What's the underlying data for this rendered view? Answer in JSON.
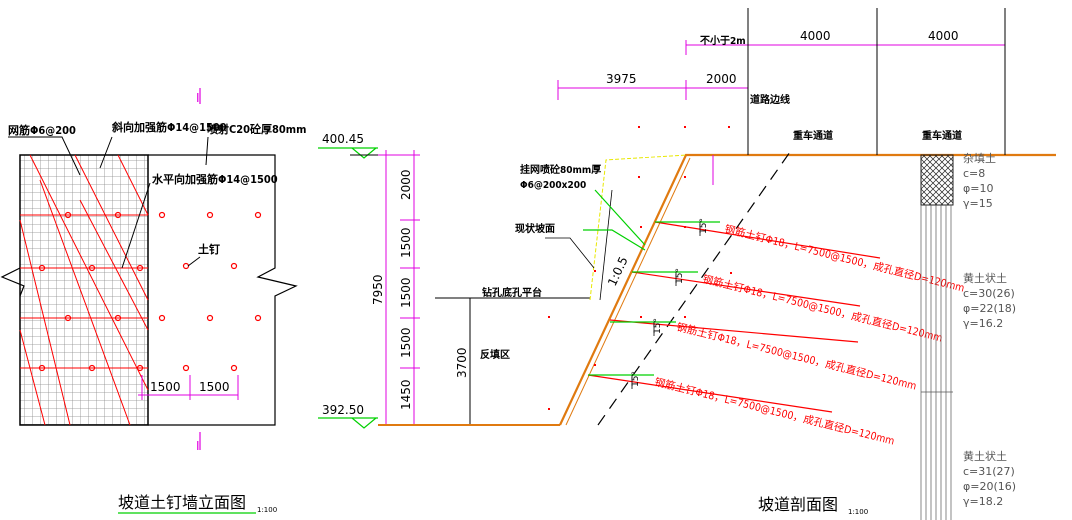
{
  "left": {
    "section_top": "I",
    "section_bottom": "I",
    "mesh_label": "网筋Φ6@200",
    "diag_rebar_label": "斜向加强筋Φ14@1500",
    "shotcrete_label": "喷射C20砼厚80mm",
    "horiz_rebar_label": "水平向加强筋Φ14@1500",
    "nail_label": "土钉",
    "dim_1": "1500",
    "dim_2": "1500",
    "title": "坡道土钉墙立面图",
    "scale": "1:100"
  },
  "right": {
    "elev_top": "400.45",
    "elev_bottom": "392.50",
    "total_height": "7950",
    "segments": [
      "2000",
      "1500",
      "1500",
      "1500",
      "1450"
    ],
    "lower_height": "3700",
    "dim_3975": "3975",
    "dim_2000": "2000",
    "dim_min": "不小于2m",
    "dim_4000_a": "4000",
    "dim_4000_b": "4000",
    "road_edge": "道路边线",
    "lane_1": "重车通道",
    "lane_2": "重车通道",
    "mesh_note_1": "挂网喷砼80mm厚",
    "mesh_note_2": "Φ6@200x200",
    "slope_face": "现状坡面",
    "platform": "钻孔底孔平台",
    "backfill": "反填区",
    "slope_ratio": "1:0.5",
    "angle": "15°",
    "nails": [
      "钢筋土钉Φ18，L=7500@1500，成孔直径D=120mm",
      "钢筋土钉Φ18，L=7500@1500，成孔直径D=120mm",
      "钢筋土钉Φ18，L=7500@1500，成孔直径D=120mm",
      "钢筋土钉Φ18，L=7500@1500，成孔直径D=120mm"
    ],
    "soil_1": [
      "杂填土",
      "c=8",
      "φ=10",
      "γ=15"
    ],
    "soil_2": [
      "黄土状土",
      "c=30(26)",
      "φ=22(18)",
      "γ=16.2"
    ],
    "soil_3": [
      "黄土状土",
      "c=31(27)",
      "φ=20(16)",
      "γ=18.2"
    ],
    "title": "坡道剖面图",
    "scale": "1:100"
  },
  "colors": {
    "magenta": "#e000e0",
    "red": "#ff0000",
    "orange": "#e07a10",
    "green": "#00d000",
    "yellow": "#e8e800",
    "black": "#000000",
    "grey": "#8a8a8a"
  }
}
